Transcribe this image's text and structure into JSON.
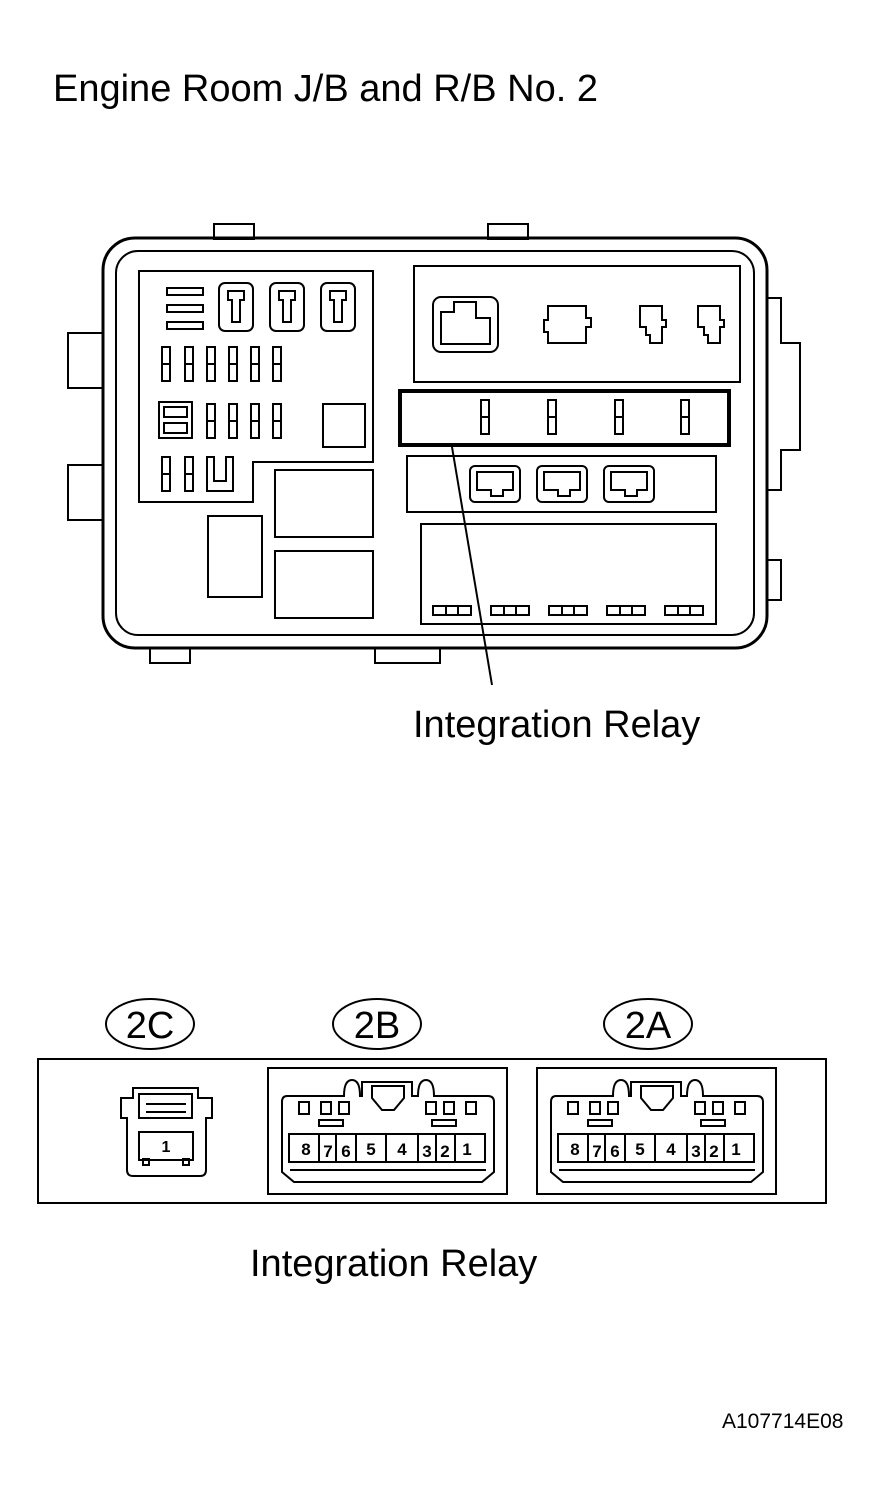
{
  "title": "Engine Room J/B and R/B No. 2",
  "callout_label_top": "Integration Relay",
  "callout_label_bottom": "Integration Relay",
  "reference_code": "A107714E08",
  "connectors": [
    {
      "id": "2C",
      "pins": [
        "1"
      ]
    },
    {
      "id": "2B",
      "pins": [
        "8",
        "7",
        "6",
        "5",
        "4",
        "3",
        "2",
        "1"
      ]
    },
    {
      "id": "2A",
      "pins": [
        "8",
        "7",
        "6",
        "5",
        "4",
        "3",
        "2",
        "1"
      ]
    }
  ]
}
